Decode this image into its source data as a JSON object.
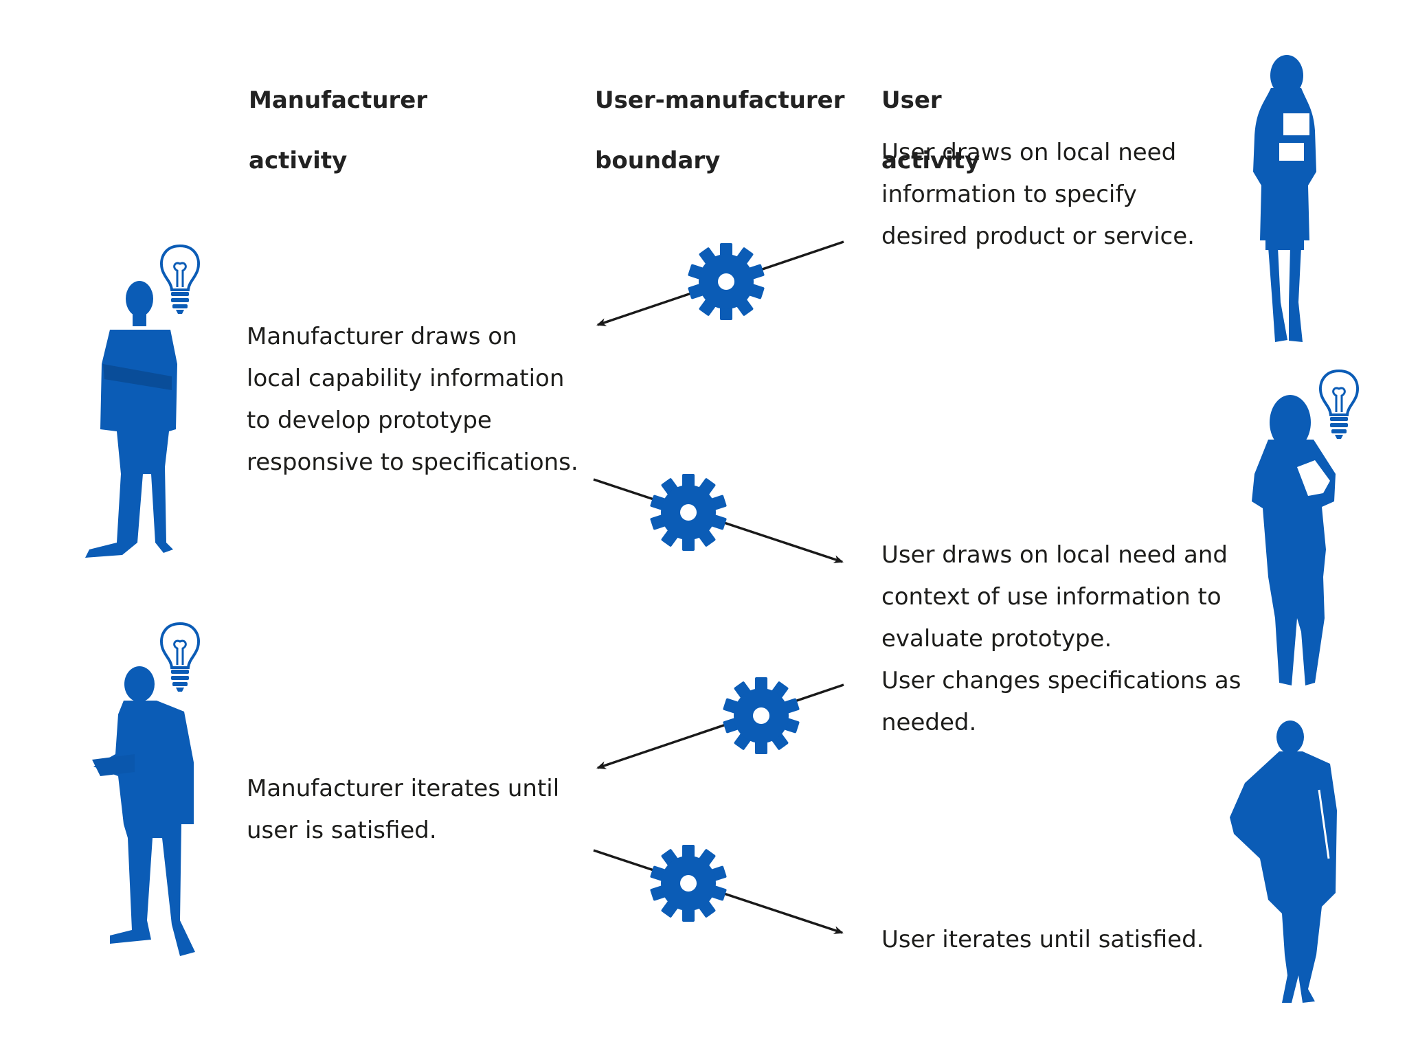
{
  "colors": {
    "figure": "#0b5cb6",
    "arrow": "#1a1a1a",
    "text": "#1d1d1b",
    "background": "#ffffff"
  },
  "columns": {
    "manufacturer": [
      "Manufacturer",
      "activity"
    ],
    "boundary": [
      "User-manufacturer",
      "boundary"
    ],
    "user": [
      "User",
      "activity"
    ]
  },
  "steps": {
    "user_specify": [
      "User draws on local need",
      "information to specify",
      "desired product or service."
    ],
    "manufacturer_prototype": [
      "Manufacturer draws on",
      "local capability information",
      "to develop prototype",
      "responsive to specifications."
    ],
    "user_evaluate": [
      "User draws on local need and",
      "context of use information to",
      "evaluate prototype.",
      "User changes specifications as",
      "needed."
    ],
    "manufacturer_iterate": [
      "Manufacturer iterates until",
      "user is satisfied."
    ],
    "user_iterate": [
      "User iterates until satisfied."
    ]
  },
  "icons": {
    "exchange_arrows": [
      "gear-icon",
      "arrow-left",
      "arrow-right"
    ],
    "people": [
      "businessman-silhouette",
      "businesswoman-silhouette",
      "lightbulb-icon"
    ]
  }
}
